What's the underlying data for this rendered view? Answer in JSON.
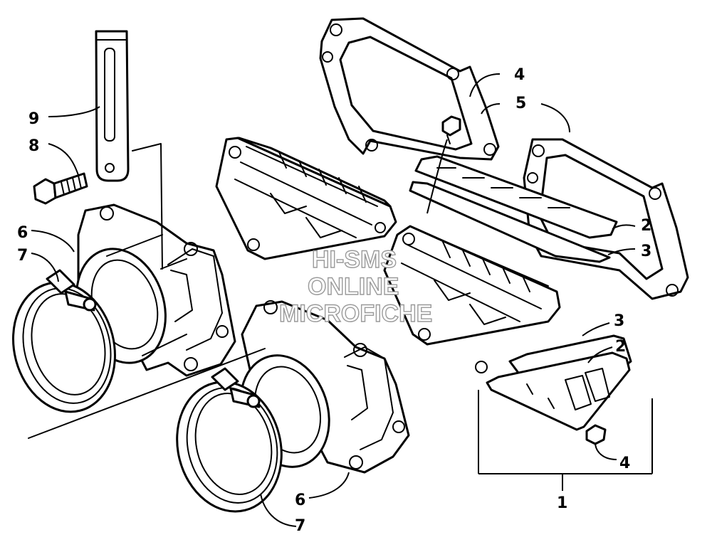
{
  "callouts": {
    "c1": "1",
    "c2a": "2",
    "c2b": "2",
    "c3a": "3",
    "c3b": "3",
    "c4a": "4",
    "c4b": "4",
    "c5": "5",
    "c6a": "6",
    "c6b": "6",
    "c7a": "7",
    "c7b": "7",
    "c8": "8",
    "c9": "9"
  },
  "watermark": {
    "line1": "HI-SMS",
    "line2": "ONLINE",
    "line3": "MICROFICHE"
  },
  "colors": {
    "ink": "#000000",
    "paper": "#ffffff",
    "watermark": "#9a9a9a"
  }
}
